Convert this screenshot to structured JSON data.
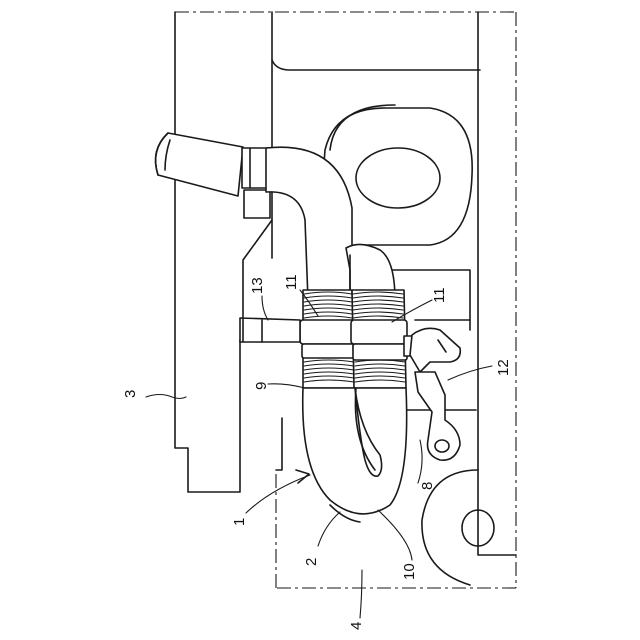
{
  "figure": {
    "labels": [
      {
        "key": "ref-1",
        "text": "1"
      },
      {
        "key": "ref-2",
        "text": "2"
      },
      {
        "key": "ref-3",
        "text": "3"
      },
      {
        "key": "ref-4",
        "text": "4"
      },
      {
        "key": "ref-8",
        "text": "8"
      },
      {
        "key": "ref-9",
        "text": "9"
      },
      {
        "key": "ref-10",
        "text": "10"
      },
      {
        "key": "ref-11a",
        "text": "11"
      },
      {
        "key": "ref-11b",
        "text": "11"
      },
      {
        "key": "ref-12",
        "text": "12"
      },
      {
        "key": "ref-13",
        "text": "13"
      }
    ]
  }
}
